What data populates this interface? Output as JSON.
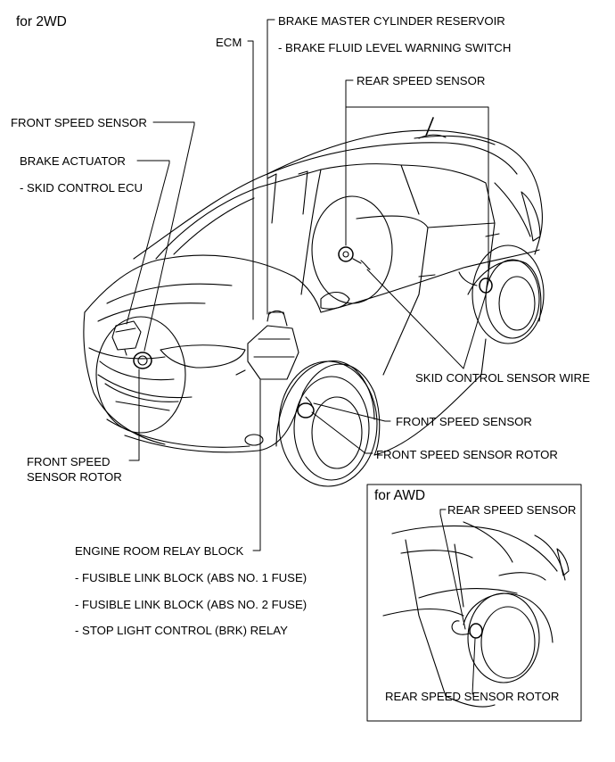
{
  "diagram": {
    "variant_2wd": "for 2WD",
    "variant_awd": "for AWD",
    "labels": {
      "brake_master_cylinder_reservoir": "BRAKE MASTER CYLINDER RESERVOIR",
      "brake_fluid_level_warning_switch": "- BRAKE FLUID LEVEL WARNING SWITCH",
      "ecm": "ECM",
      "rear_speed_sensor": "REAR SPEED SENSOR",
      "front_speed_sensor_left": "FRONT SPEED SENSOR",
      "brake_actuator": "BRAKE ACTUATOR",
      "skid_control_ecu": "- SKID CONTROL ECU",
      "skid_control_sensor_wire": "SKID CONTROL SENSOR WIRE",
      "front_speed_sensor_right": "FRONT SPEED SENSOR",
      "front_speed_sensor_rotor_right": "FRONT SPEED SENSOR ROTOR",
      "front_speed_sensor_rotor_left_line1": "FRONT SPEED",
      "front_speed_sensor_rotor_left_line2": "SENSOR ROTOR",
      "engine_room_relay_block": "ENGINE ROOM RELAY BLOCK",
      "fusible_link_abs1": "- FUSIBLE LINK BLOCK (ABS NO. 1 FUSE)",
      "fusible_link_abs2": "- FUSIBLE LINK BLOCK (ABS NO. 2 FUSE)",
      "stop_light_relay": "- STOP LIGHT CONTROL (BRK) RELAY",
      "awd_rear_speed_sensor": "REAR SPEED SENSOR",
      "awd_rear_speed_sensor_rotor": "REAR SPEED SENSOR ROTOR"
    }
  }
}
